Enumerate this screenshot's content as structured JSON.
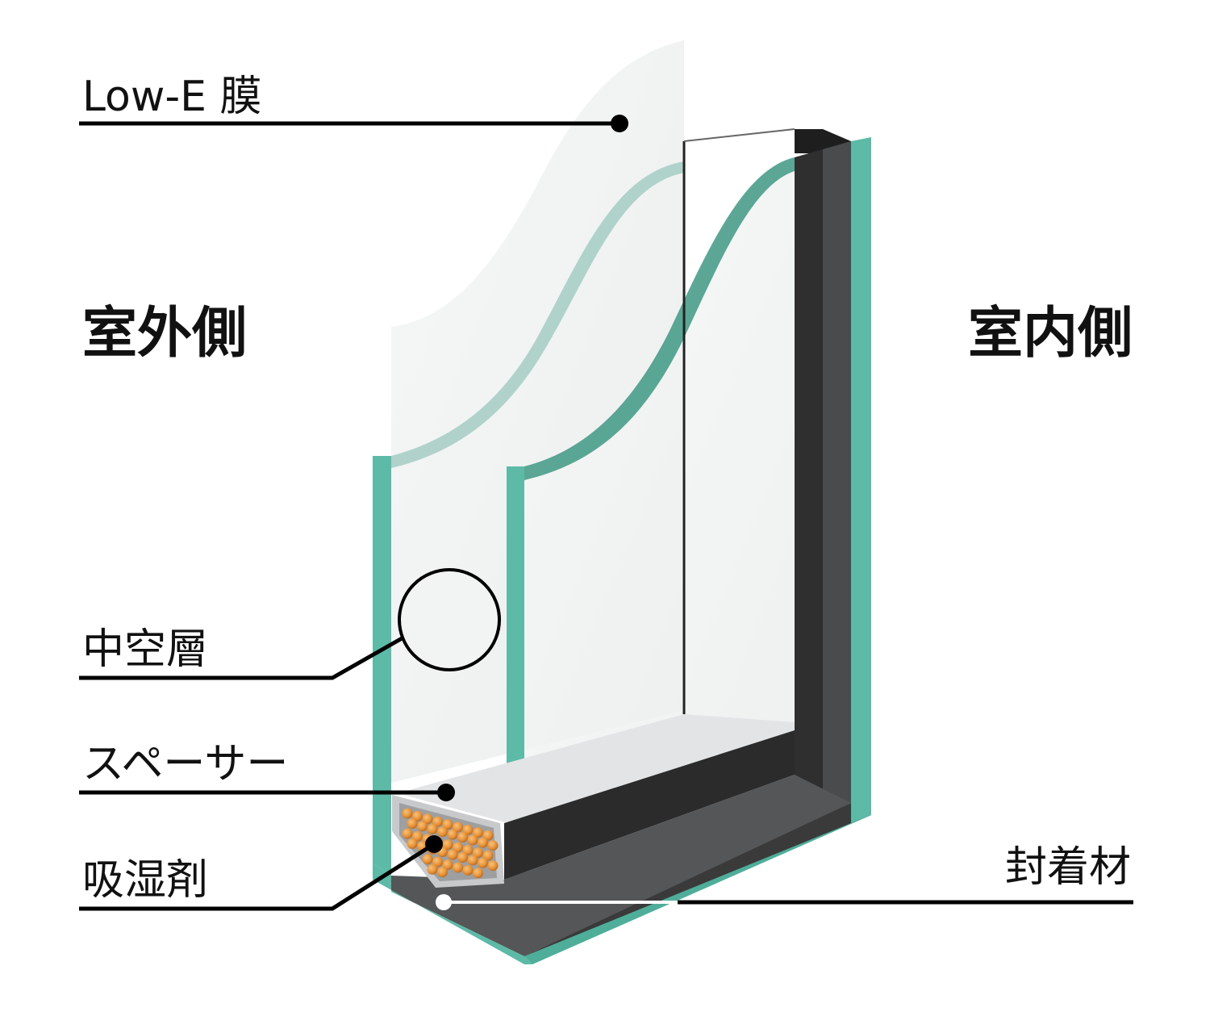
{
  "labels": {
    "low_e": "Low-E 膜",
    "hollow_layer": "中空層",
    "spacer": "スペーサー",
    "desiccant": "吸湿剤",
    "sealant": "封着材"
  },
  "sides": {
    "outdoor": "室外側",
    "indoor": "室内側"
  },
  "colors": {
    "glass_edge": "#5cbaa7",
    "glass_edge_dark": "#3f9884",
    "sealant": "#3a3a3a",
    "spacer": "#d9dadb",
    "desiccant": "#e8943a",
    "leader": "#000000"
  }
}
